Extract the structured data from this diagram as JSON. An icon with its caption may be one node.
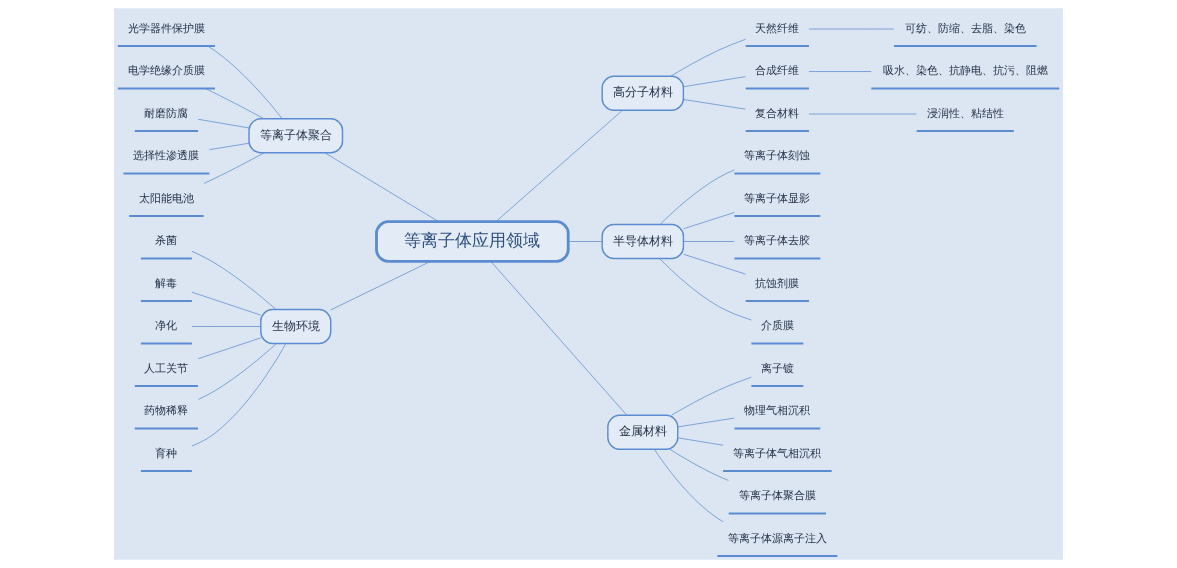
{
  "diagram": {
    "nodes": [
      {
        "text": [
          "等离子体应用领域"
        ]
      },
      {
        "text": [
          "高分子材料"
        ]
      },
      {
        "text": [
          "天然纤维"
        ]
      },
      {
        "text": [
          "可纺、防缩、去脂、染色"
        ]
      },
      {
        "text": [
          "合成纤维"
        ]
      },
      {
        "text": [
          "吸水、染色、抗静电、抗污、阻燃"
        ]
      },
      {
        "text": [
          "复合材料"
        ]
      },
      {
        "text": [
          "浸润性、粘结性"
        ]
      },
      {
        "text": [
          "半导体材料"
        ]
      },
      {
        "text": [
          "等离子体刻蚀"
        ]
      },
      {
        "text": [
          "等离子体显影"
        ]
      },
      {
        "text": [
          "等离子体去胶"
        ]
      },
      {
        "text": [
          "抗蚀剂膜"
        ]
      },
      {
        "text": [
          "介质膜"
        ]
      },
      {
        "text": [
          "金属材料"
        ]
      },
      {
        "text": [
          "离子镀"
        ]
      },
      {
        "text": [
          "物理气相沉积"
        ]
      },
      {
        "text": [
          "等离子体气相沉积"
        ]
      },
      {
        "text": [
          "等离子体聚合膜"
        ]
      },
      {
        "text": [
          "等离子体源离子注入"
        ]
      },
      {
        "text": [
          "等离子体聚合"
        ]
      },
      {
        "text": [
          "光学器件保护膜"
        ]
      },
      {
        "text": [
          "电学绝缘介质膜"
        ]
      },
      {
        "text": [
          "耐磨防腐"
        ]
      },
      {
        "text": [
          "选择性渗透膜"
        ]
      },
      {
        "text": [
          "太阳能电池"
        ]
      },
      {
        "text": [
          "生物环境"
        ]
      },
      {
        "text": [
          "杀菌"
        ]
      },
      {
        "text": [
          "解毒"
        ]
      },
      {
        "text": [
          "净化"
        ]
      },
      {
        "text": [
          "人工关节"
        ]
      },
      {
        "text": [
          "药物稀释"
        ]
      },
      {
        "text": [
          "育种"
        ]
      }
    ],
    "edges": [
      {
        "from": 0,
        "to": 1,
        "arrow": "none"
      },
      {
        "from": 1,
        "to": 2,
        "arrow": "none"
      },
      {
        "from": 2,
        "to": 3,
        "arrow": "none"
      },
      {
        "from": 1,
        "to": 4,
        "arrow": "none"
      },
      {
        "from": 4,
        "to": 5,
        "arrow": "none"
      },
      {
        "from": 1,
        "to": 6,
        "arrow": "none"
      },
      {
        "from": 6,
        "to": 7,
        "arrow": "none"
      },
      {
        "from": 0,
        "to": 8,
        "arrow": "none"
      },
      {
        "from": 8,
        "to": 9,
        "arrow": "none"
      },
      {
        "from": 8,
        "to": 10,
        "arrow": "none"
      },
      {
        "from": 8,
        "to": 11,
        "arrow": "none"
      },
      {
        "from": 8,
        "to": 12,
        "arrow": "none"
      },
      {
        "from": 8,
        "to": 13,
        "arrow": "none"
      },
      {
        "from": 0,
        "to": 14,
        "arrow": "none"
      },
      {
        "from": 14,
        "to": 15,
        "arrow": "none"
      },
      {
        "from": 14,
        "to": 16,
        "arrow": "none"
      },
      {
        "from": 14,
        "to": 17,
        "arrow": "none"
      },
      {
        "from": 14,
        "to": 18,
        "arrow": "none"
      },
      {
        "from": 14,
        "to": 19,
        "arrow": "none"
      },
      {
        "from": 0,
        "to": 20,
        "arrow": "none"
      },
      {
        "from": 20,
        "to": 21,
        "arrow": "none"
      },
      {
        "from": 20,
        "to": 22,
        "arrow": "none"
      },
      {
        "from": 20,
        "to": 23,
        "arrow": "none"
      },
      {
        "from": 20,
        "to": 24,
        "arrow": "none"
      },
      {
        "from": 20,
        "to": 25,
        "arrow": "none"
      },
      {
        "from": 0,
        "to": 26,
        "arrow": "none"
      },
      {
        "from": 26,
        "to": 27,
        "arrow": "none"
      },
      {
        "from": 26,
        "to": 28,
        "arrow": "none"
      },
      {
        "from": 26,
        "to": 29,
        "arrow": "none"
      },
      {
        "from": 26,
        "to": 30,
        "arrow": "none"
      },
      {
        "from": 26,
        "to": 31,
        "arrow": "none"
      },
      {
        "from": 26,
        "to": 32,
        "arrow": "none"
      }
    ]
  }
}
